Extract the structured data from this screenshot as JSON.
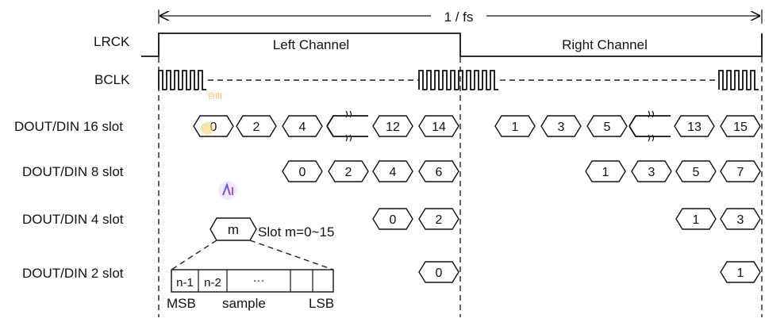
{
  "period_label": "1 / fs",
  "signals": {
    "lrck": "LRCK",
    "bclk": "BCLK",
    "left_channel": "Left Channel",
    "right_channel": "Right Channel"
  },
  "rows": [
    {
      "label": "DOUT/DIN 16 slot",
      "left": [
        "0",
        "2",
        "4",
        "12",
        "14"
      ],
      "right": [
        "1",
        "3",
        "5",
        "13",
        "15"
      ],
      "has_break": true
    },
    {
      "label": "DOUT/DIN 8 slot",
      "left": [
        "0",
        "2",
        "4",
        "6"
      ],
      "right": [
        "1",
        "3",
        "5",
        "7"
      ],
      "has_break": false
    },
    {
      "label": "DOUT/DIN 4 slot",
      "left": [
        "0",
        "2"
      ],
      "right": [
        "1",
        "3"
      ],
      "has_break": false
    },
    {
      "label": "DOUT/DIN 2 slot",
      "left": [
        "0"
      ],
      "right": [
        "1"
      ],
      "has_break": false
    }
  ],
  "slot_detail": {
    "slot_symbol": "m",
    "slot_caption": "Slot m=0~15",
    "cells": [
      "n-1",
      "n-2",
      "···",
      "",
      ""
    ],
    "msb": "MSB",
    "sample": "sample",
    "lsb": "LSB"
  },
  "watermark_text": "自由"
}
